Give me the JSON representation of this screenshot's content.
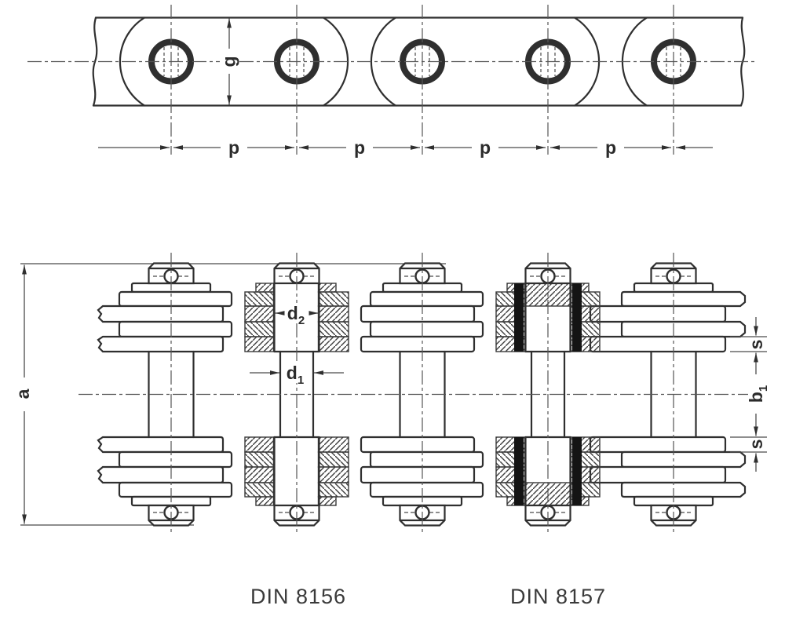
{
  "drawing": {
    "kind": "chain technical drawing",
    "colors": {
      "line": "#2f2f2f",
      "thin_line": "#4a4a4a",
      "background": "#ffffff",
      "bush_fill": "#141414"
    },
    "top_view": {
      "dim_g": "g",
      "dim_p": [
        "p",
        "p",
        "p",
        "p"
      ]
    },
    "bottom_view": {
      "dim_a": "a",
      "dim_d2": {
        "base": "d",
        "sub": "2"
      },
      "dim_d1": {
        "base": "d",
        "sub": "1"
      },
      "dim_s_upper": "s",
      "dim_s_lower": "s",
      "dim_b1": {
        "base": "b",
        "sub": "1"
      }
    },
    "captions": {
      "left": "DIN 8156",
      "right": "DIN 8157"
    }
  }
}
